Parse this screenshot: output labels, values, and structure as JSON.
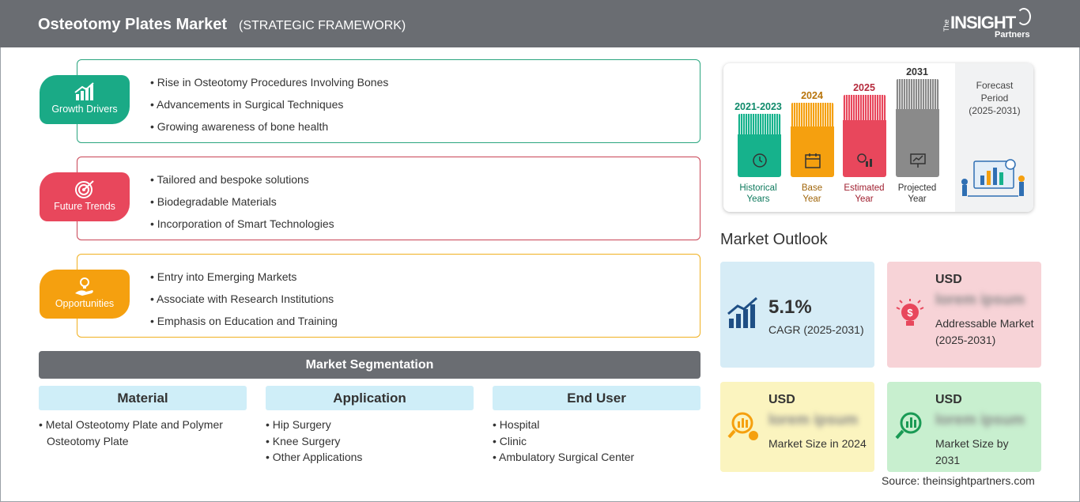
{
  "header": {
    "title": "Osteotomy Plates Market",
    "subtitle": "(STRATEGIC FRAMEWORK)",
    "logo": {
      "the": "The",
      "insight": "INSIGHT",
      "partners": "Partners"
    }
  },
  "framework": [
    {
      "label": "Growth Drivers",
      "color": "#1aaa86",
      "border": "#2aa57f",
      "icon": "growth-chart-icon",
      "items": [
        "Rise in Osteotomy Procedures Involving Bones",
        "Advancements in Surgical Techniques",
        "Growing awareness of bone health"
      ]
    },
    {
      "label": "Future Trends",
      "color": "#e8475c",
      "border": "#c94455",
      "icon": "target-icon",
      "items": [
        "Tailored and bespoke solutions",
        "Biodegradable Materials",
        "Incorporation of Smart Technologies"
      ]
    },
    {
      "label": "Opportunities",
      "color": "#f5a00f",
      "border": "#f0b020",
      "icon": "hand-lightbulb-icon",
      "items": [
        "Entry into Emerging Markets",
        "Associate with Research Institutions",
        "Emphasis on Education and Training"
      ]
    }
  ],
  "segmentation": {
    "title": "Market Segmentation",
    "columns": [
      {
        "head": "Material",
        "items": [
          "Metal Osteotomy Plate and Polymer Osteotomy Plate"
        ]
      },
      {
        "head": "Application",
        "items": [
          "Hip Surgery",
          "Knee Surgery",
          "Other Applications"
        ]
      },
      {
        "head": "End User",
        "items": [
          "Hospital",
          "Clinic",
          "Ambulatory Surgical Center"
        ]
      }
    ]
  },
  "timeline": {
    "periods": [
      {
        "year": "2021-2023",
        "caption1": "Historical",
        "caption2": "Years",
        "color": "#16b28c",
        "year_color": "#0f8a6a",
        "icon": "clock-history-icon"
      },
      {
        "year": "2024",
        "caption1": "Base",
        "caption2": "Year",
        "color": "#f5a00f",
        "year_color": "#b8740a",
        "icon": "calendar-icon"
      },
      {
        "year": "2025",
        "caption1": "Estimated",
        "caption2": "Year",
        "color": "#e8475c",
        "year_color": "#b52a3c",
        "icon": "gear-chart-icon"
      },
      {
        "year": "2031",
        "caption1": "Projected",
        "caption2": "Year",
        "color": "#8a8a8a",
        "year_color": "#333333",
        "icon": "presentation-icon"
      }
    ],
    "forecast": {
      "line1": "Forecast",
      "line2": "Period",
      "line3": "(2025-2031)"
    }
  },
  "outlook": {
    "title": "Market Outlook",
    "cagr": {
      "value": "5.1%",
      "label": "CAGR (2025-2031)",
      "bg": "#d6ecf6"
    },
    "cards": [
      {
        "usd": "USD",
        "value": "lorem ipsum",
        "desc": "Addressable Market (2025-2031)",
        "bg": "#f7d3d7",
        "icon": "lightbulb-dollar-icon"
      },
      {
        "usd": "USD",
        "value": "lorem ipsum",
        "desc": "Market Size in 2024",
        "bg": "#fbf4bf",
        "icon": "magnifier-coins-icon"
      },
      {
        "usd": "USD",
        "value": "lorem ipsum",
        "desc": "Market Size by 2031",
        "bg": "#c8efcf",
        "icon": "magnifier-chart-icon"
      }
    ]
  },
  "source": "Source: theinsightpartners.com"
}
